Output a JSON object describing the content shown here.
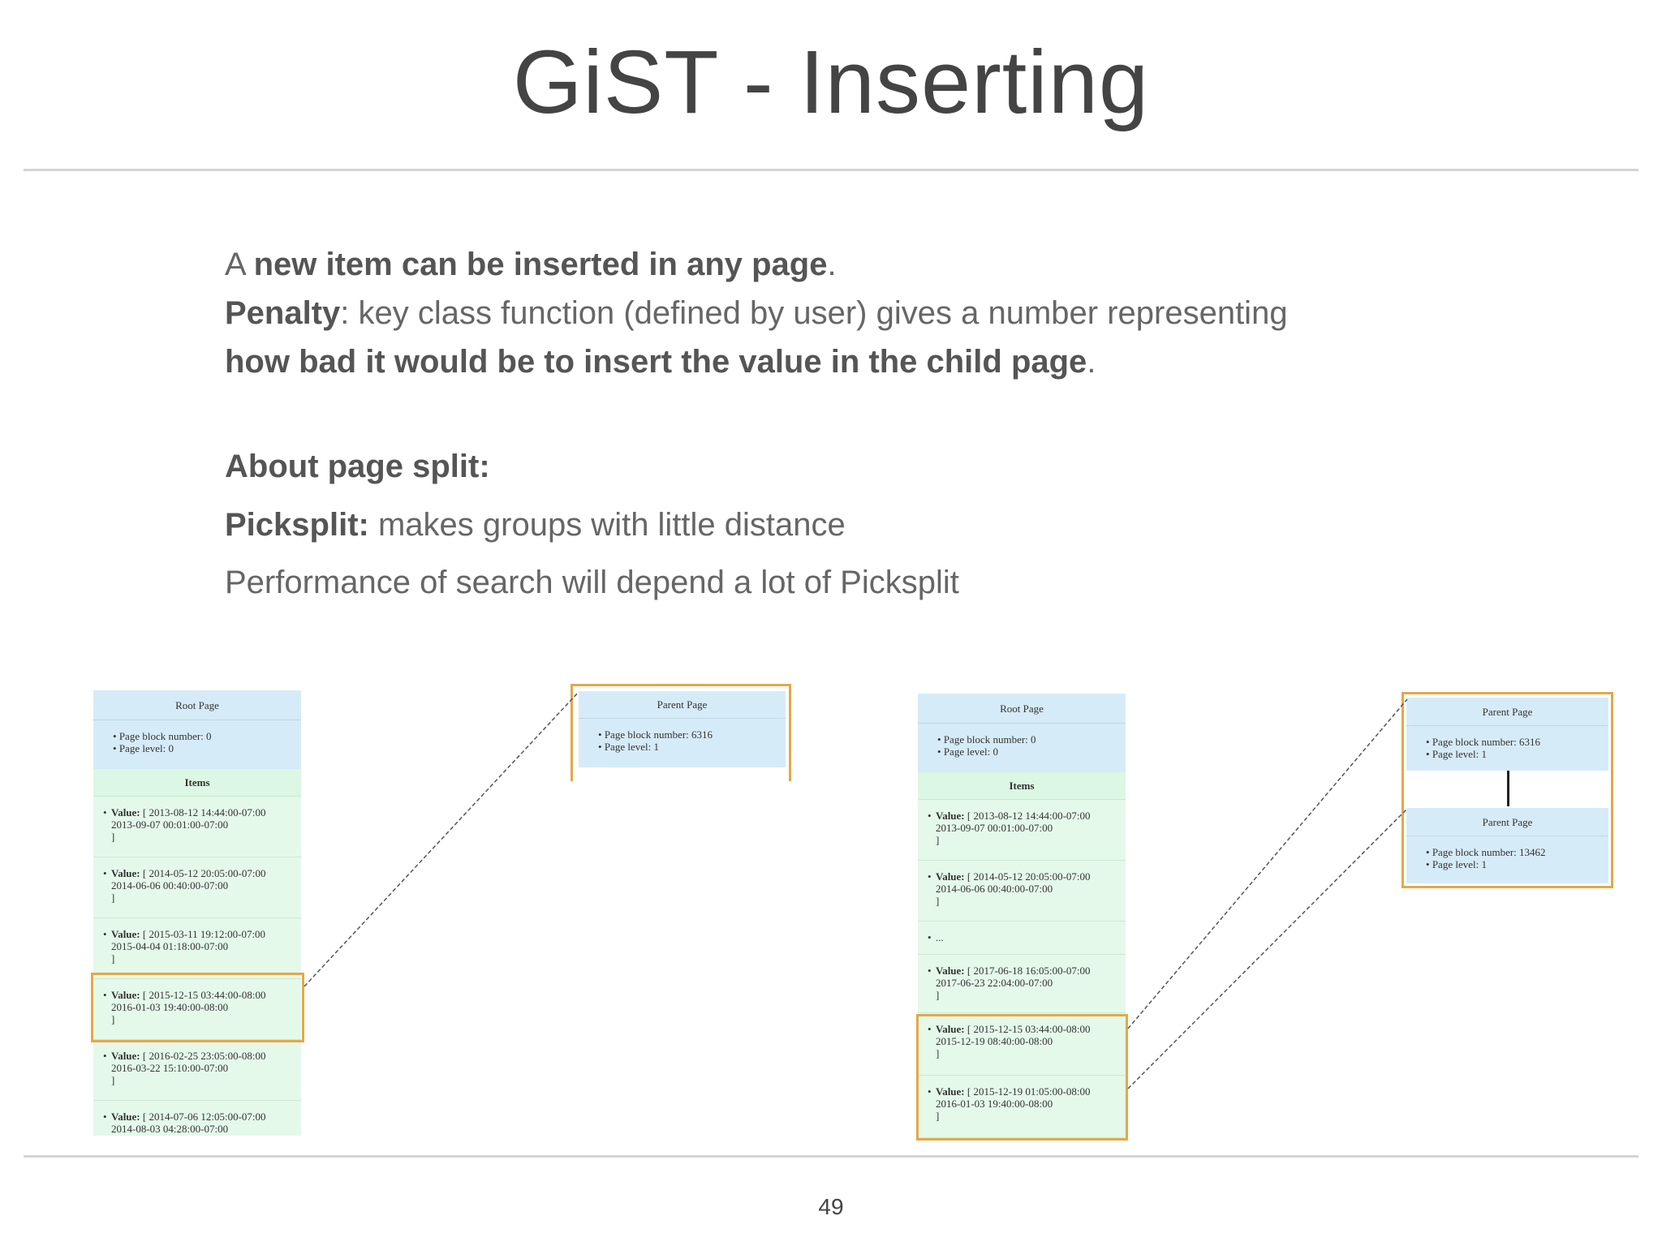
{
  "title": "GiST - Inserting",
  "body": {
    "line1": {
      "pre": "A ",
      "bold": "new item can be inserted in any page",
      "post": "."
    },
    "line2": {
      "bold": "Penalty",
      "post": ": key class function (defined by user) gives a number representing"
    },
    "line3": {
      "bold": "how bad it would be to insert the value in the child page",
      "post": "."
    },
    "line4": {
      "bold": "About page split:"
    },
    "line5": {
      "bold": "Picksplit:",
      "post": " makes groups with little distance"
    },
    "line6": {
      "text": "Performance of search will depend a lot of Picksplit"
    }
  },
  "page_number": "49",
  "colors": {
    "page_blue": "#d6ebf8",
    "items_green": "#e4f9ea",
    "highlight": "#e3a84a"
  },
  "diagram_left": {
    "root": {
      "title": "Root Page",
      "info": [
        "Page block number: 0",
        "Page level: 0"
      ],
      "items_title": "Items",
      "items": [
        {
          "label": "Value:",
          "line1": "[ 2013-08-12 14:44:00-07:00",
          "line2": "2013-09-07 00:01:00-07:00",
          "close": "]"
        },
        {
          "label": "Value:",
          "line1": "[ 2014-05-12 20:05:00-07:00",
          "line2": "2014-06-06 00:40:00-07:00",
          "close": "]"
        },
        {
          "label": "Value:",
          "line1": "[ 2015-03-11 19:12:00-07:00",
          "line2": "2015-04-04 01:18:00-07:00",
          "close": "]"
        },
        {
          "label": "Value:",
          "line1": "[ 2015-12-15 03:44:00-08:00",
          "line2": "2016-01-03 19:40:00-08:00",
          "close": "]"
        },
        {
          "label": "Value:",
          "line1": "[ 2016-02-25 23:05:00-08:00",
          "line2": "2016-03-22 15:10:00-07:00",
          "close": "]"
        },
        {
          "label": "Value:",
          "line1": "[ 2014-07-06 12:05:00-07:00",
          "line2": "2014-08-03 04:28:00-07:00",
          "close": "]"
        }
      ]
    },
    "parent": {
      "title": "Parent Page",
      "info": [
        "Page block number: 6316",
        "Page level: 1"
      ]
    }
  },
  "diagram_right": {
    "root": {
      "title": "Root Page",
      "info": [
        "Page block number: 0",
        "Page level: 0"
      ],
      "items_title": "Items",
      "items": [
        {
          "label": "Value:",
          "line1": "[ 2013-08-12 14:44:00-07:00",
          "line2": "2013-09-07 00:01:00-07:00",
          "close": "]"
        },
        {
          "label": "Value:",
          "line1": "[ 2014-05-12 20:05:00-07:00",
          "line2": "2014-06-06 00:40:00-07:00",
          "close": "]"
        },
        {
          "label": "",
          "line1": "...",
          "line2": "",
          "close": ""
        },
        {
          "label": "Value:",
          "line1": "[ 2017-06-18 16:05:00-07:00",
          "line2": "2017-06-23 22:04:00-07:00",
          "close": "]"
        },
        {
          "label": "Value:",
          "line1": "[ 2015-12-15 03:44:00-08:00",
          "line2": "2015-12-19 08:40:00-08:00",
          "close": "]"
        },
        {
          "label": "Value:",
          "line1": "[ 2015-12-19 01:05:00-08:00",
          "line2": "2016-01-03 19:40:00-08:00",
          "close": "]"
        }
      ]
    },
    "parents": [
      {
        "title": "Parent Page",
        "info": [
          "Page block number: 6316",
          "Page level: 1"
        ]
      },
      {
        "title": "Parent Page",
        "info": [
          "Page block number: 13462",
          "Page level: 1"
        ]
      }
    ]
  }
}
